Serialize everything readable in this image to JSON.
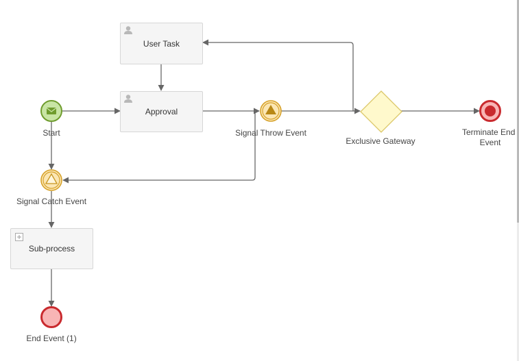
{
  "nodes": {
    "user_task": {
      "label": "User Task",
      "icon": "user-icon"
    },
    "approval": {
      "label": "Approval",
      "icon": "user-icon"
    },
    "subprocess": {
      "label": "Sub-process",
      "icon": "expand-plus-icon"
    },
    "start": {
      "label": "Start",
      "icon": "envelope-icon"
    },
    "signal_throw": {
      "label": "Signal Throw Event",
      "icon": "filled-triangle-icon"
    },
    "signal_catch": {
      "label": "Signal Catch Event",
      "icon": "outline-triangle-icon"
    },
    "gateway": {
      "label": "Exclusive Gateway"
    },
    "terminate_line1": "Terminate End",
    "terminate_line2": "Event",
    "end_event": {
      "label": "End Event (1)"
    }
  },
  "colors": {
    "start_fill": "#c8e5a4",
    "start_stroke": "#6f9c2e",
    "signal_fill": "#fbe6b3",
    "signal_stroke": "#d6a129",
    "gateway_fill": "#fff9cc",
    "gateway_stroke": "#dcc86a",
    "end_fill": "#f8b5b5",
    "end_stroke": "#c92a2e",
    "connector": "#666666"
  }
}
